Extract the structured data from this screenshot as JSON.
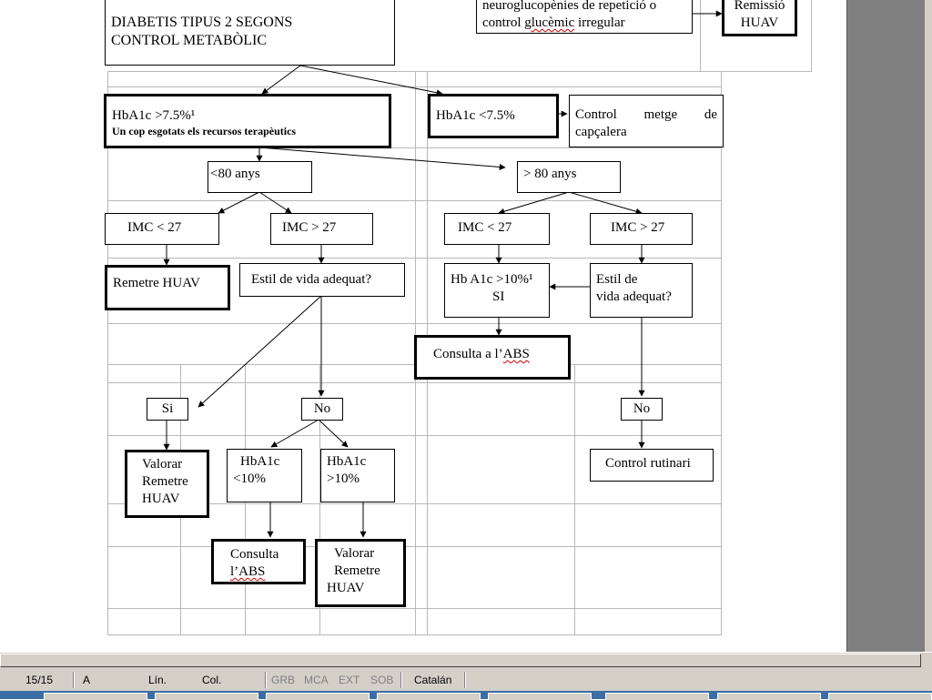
{
  "flowchart": {
    "box_title": [
      "DIABETIS TIPUS 2 SEGONS",
      "CONTROL METABÒLIC"
    ],
    "box_neuro": {
      "line1": "neuroglucopènies de repetició o",
      "line2_pre": "control ",
      "line2_squig": "glucèmic",
      "line2_post": " irregular"
    },
    "box_remissio": [
      "Remissió",
      "HUAV"
    ],
    "hba1c_gt75": "HbA1c >7.5%¹",
    "recursos": "Un cop esgotats els recursos terapèutics",
    "hba1c_lt75": "HbA1c <7.5%",
    "control_metge": [
      "Control metge de",
      "capçalera"
    ],
    "lt80": "<80 anys",
    "gt80": "> 80 anys",
    "imc_lt27_left": "IMC < 27",
    "imc_gt27_left": "IMC > 27",
    "imc_lt27_right": "IMC < 27",
    "imc_gt27_right": "IMC > 27",
    "remetre_huav": "Remetre HUAV",
    "estil_left": "Estil de vida adequat?",
    "hb_a1c_gt10_right": [
      "Hb A1c >10%¹",
      "SI"
    ],
    "estil_right": [
      "Estil de",
      "vida adequat?"
    ],
    "consulta_abs_right": {
      "pre": "Consulta a l’",
      "squig": "ABS"
    },
    "si": "Si",
    "no_left": "No",
    "no_right": "No",
    "valorar_left": [
      "Valorar",
      "Remetre",
      "HUAV"
    ],
    "hba1c_lt10": [
      "HbA1c",
      "<10%"
    ],
    "hba1c_gt10": [
      "HbA1c",
      ">10%"
    ],
    "control_rutinari": "Control rutinari",
    "consulta_abs_bottom": [
      "Consulta",
      "l’ABS"
    ],
    "valorar_bottom": [
      "Valorar",
      "Remetre",
      "HUAV"
    ]
  },
  "status_bar": {
    "page": "15/15",
    "at": "A",
    "line": "Lín.",
    "col": "Col.",
    "grb": "GRB",
    "mca": "MCA",
    "ext": "EXT",
    "sob": "SOB",
    "language": "Catalán"
  }
}
